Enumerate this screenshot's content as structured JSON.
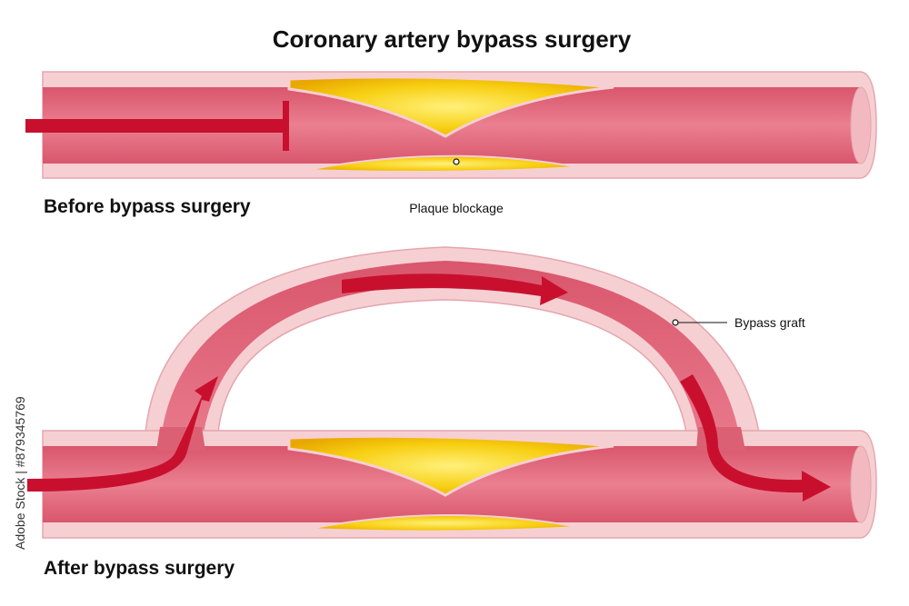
{
  "title": "Coronary artery bypass surgery",
  "before": {
    "label": "Before bypass surgery",
    "callout": "Plaque blockage"
  },
  "after": {
    "label": "After bypass surgery",
    "callout": "Bypass graft"
  },
  "side_watermark": "Adobe Stock | #879345769",
  "colors": {
    "outer_wall": "#f6cfd3",
    "outer_wall_stroke": "#e7a9b0",
    "lumen": "#e37082",
    "lumen_dark": "#d65a6e",
    "plaque": "#f5c400",
    "plaque_light": "#ffe85a",
    "plaque_edge": "#e39a00",
    "arrow": "#c8102e",
    "text": "#111111"
  }
}
